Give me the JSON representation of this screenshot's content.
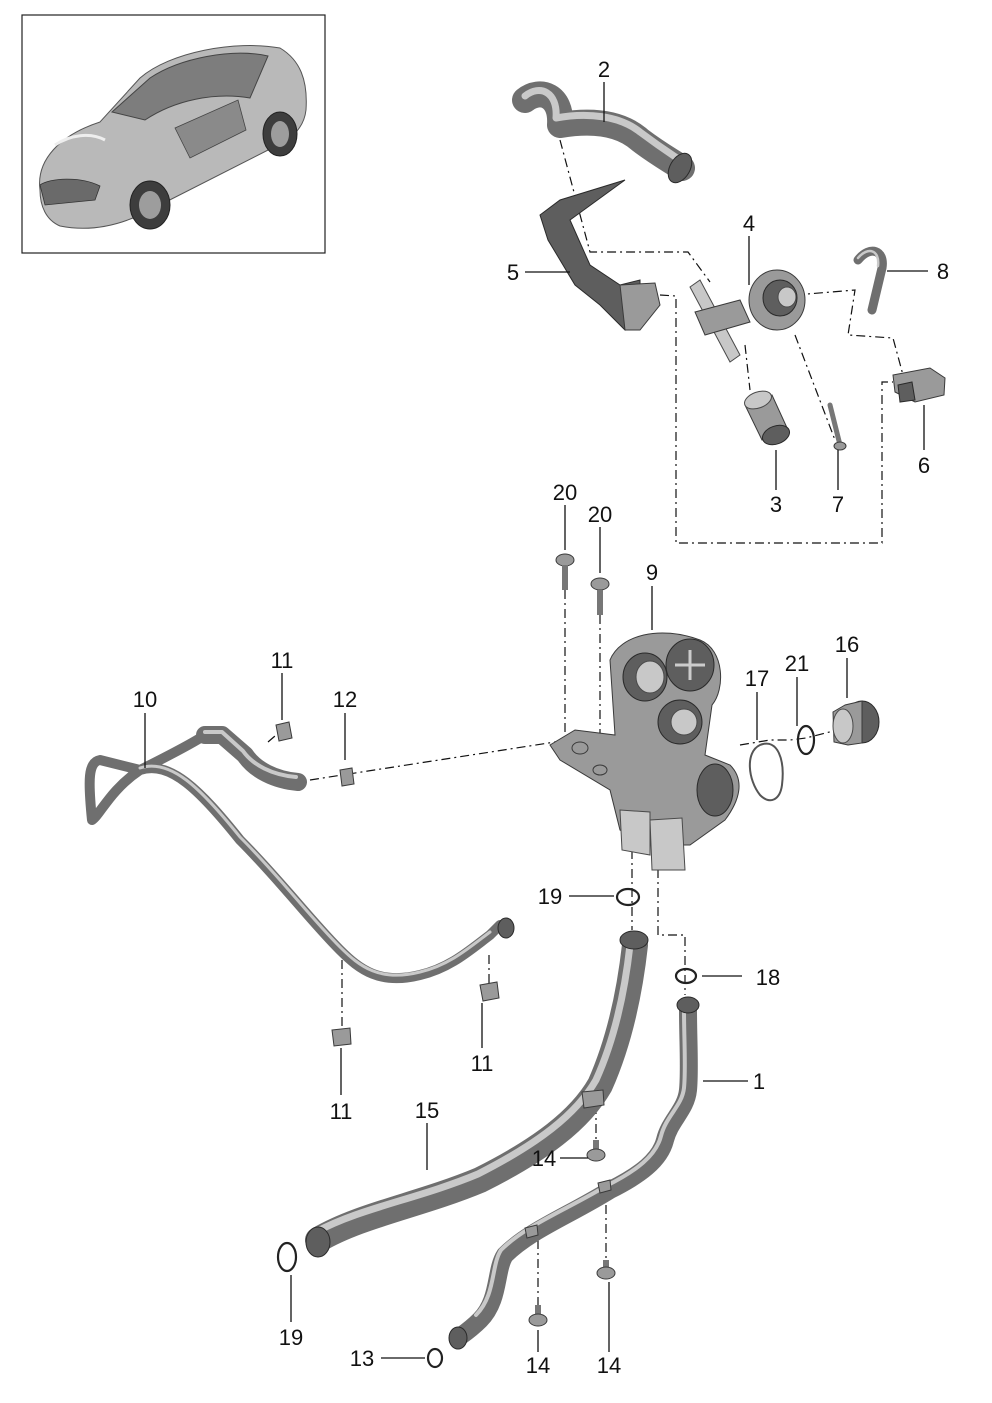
{
  "callouts": [
    {
      "id": "c1",
      "text": "1"
    },
    {
      "id": "c2",
      "text": "2"
    },
    {
      "id": "c3",
      "text": "3"
    },
    {
      "id": "c4",
      "text": "4"
    },
    {
      "id": "c5",
      "text": "5"
    },
    {
      "id": "c6",
      "text": "6"
    },
    {
      "id": "c7",
      "text": "7"
    },
    {
      "id": "c8",
      "text": "8"
    },
    {
      "id": "c9",
      "text": "9"
    },
    {
      "id": "c10",
      "text": "10"
    },
    {
      "id": "c11a",
      "text": "11"
    },
    {
      "id": "c11b",
      "text": "11"
    },
    {
      "id": "c11c",
      "text": "11"
    },
    {
      "id": "c12",
      "text": "12"
    },
    {
      "id": "c13",
      "text": "13"
    },
    {
      "id": "c14a",
      "text": "14"
    },
    {
      "id": "c14b",
      "text": "14"
    },
    {
      "id": "c14c",
      "text": "14"
    },
    {
      "id": "c15",
      "text": "15"
    },
    {
      "id": "c16",
      "text": "16"
    },
    {
      "id": "c17",
      "text": "17"
    },
    {
      "id": "c18",
      "text": "18"
    },
    {
      "id": "c19a",
      "text": "19"
    },
    {
      "id": "c19b",
      "text": "19"
    },
    {
      "id": "c20a",
      "text": "20"
    },
    {
      "id": "c20b",
      "text": "20"
    },
    {
      "id": "c21",
      "text": "21"
    }
  ],
  "colors": {
    "line": "#111111",
    "part_mid": "#9a9a9a",
    "part_dark": "#5e5e5e",
    "part_light": "#c8c8c8",
    "background": "#ffffff"
  },
  "icons": {
    "vehicle": "sports-coupe-illustration"
  }
}
